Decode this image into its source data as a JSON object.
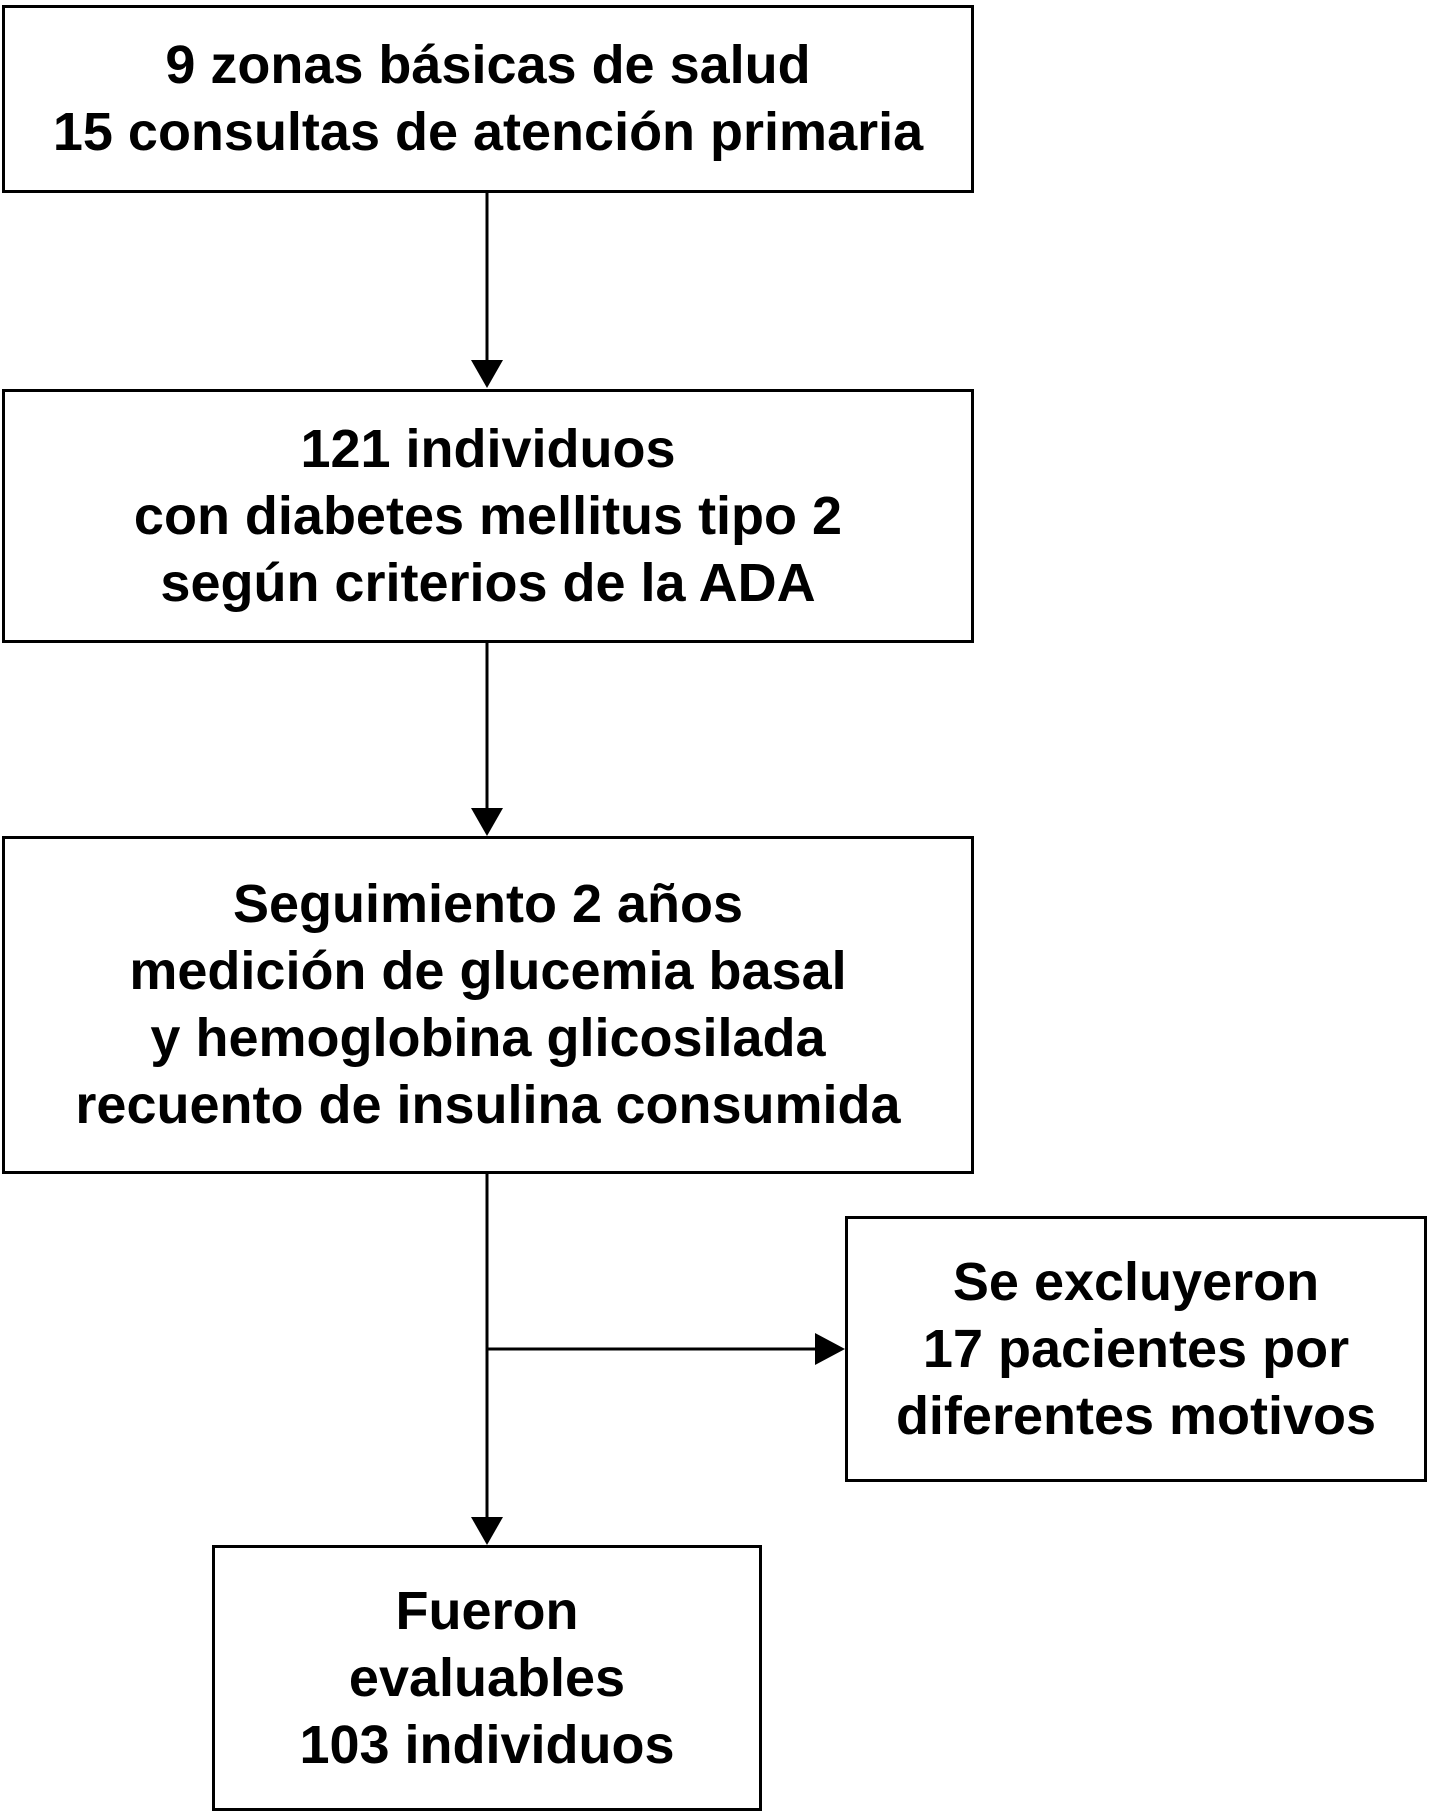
{
  "boxes": [
    {
      "lines": [
        "9 zonas básicas de salud",
        "15 consultas de atención primaria"
      ]
    },
    {
      "lines": [
        "121 individuos",
        "con diabetes mellitus tipo 2",
        "según criterios de la ADA"
      ]
    },
    {
      "lines": [
        "Seguimiento 2 años",
        "medición de glucemia basal",
        "y hemoglobina glicosilada",
        "recuento de insulina consumida"
      ]
    },
    {
      "lines": [
        "Se excluyeron",
        "17 pacientes por",
        "diferentes motivos"
      ]
    },
    {
      "lines": [
        "Fueron",
        "evaluables",
        "103 individuos"
      ]
    }
  ],
  "colors": {
    "stroke": "#000000",
    "background": "#ffffff"
  }
}
